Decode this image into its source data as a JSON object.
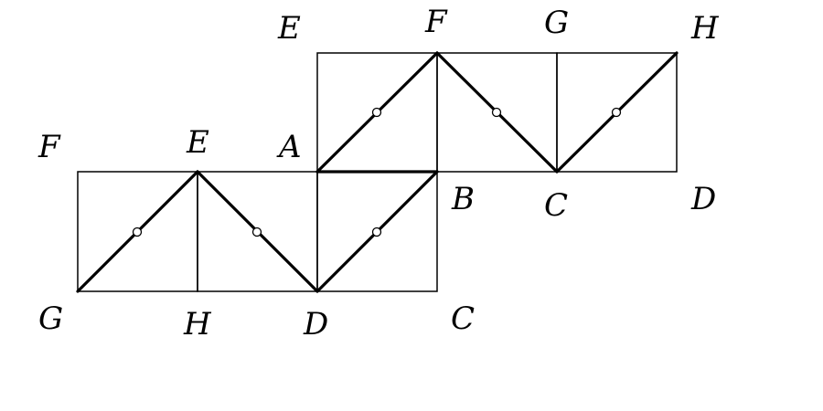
{
  "labels": {
    "top_E": "E",
    "top_F": "F",
    "top_G": "G",
    "top_H": "H",
    "mid_A": "A",
    "mid_B": "B",
    "mid_C": "C",
    "mid_D": "D",
    "left_F": "F",
    "left_E": "E",
    "bot_G": "G",
    "bot_H": "H",
    "bot_D": "D",
    "bot_C": "C"
  },
  "colors": {
    "line": "#000000",
    "background": "#ffffff",
    "marker_fill": "#ffffff"
  }
}
